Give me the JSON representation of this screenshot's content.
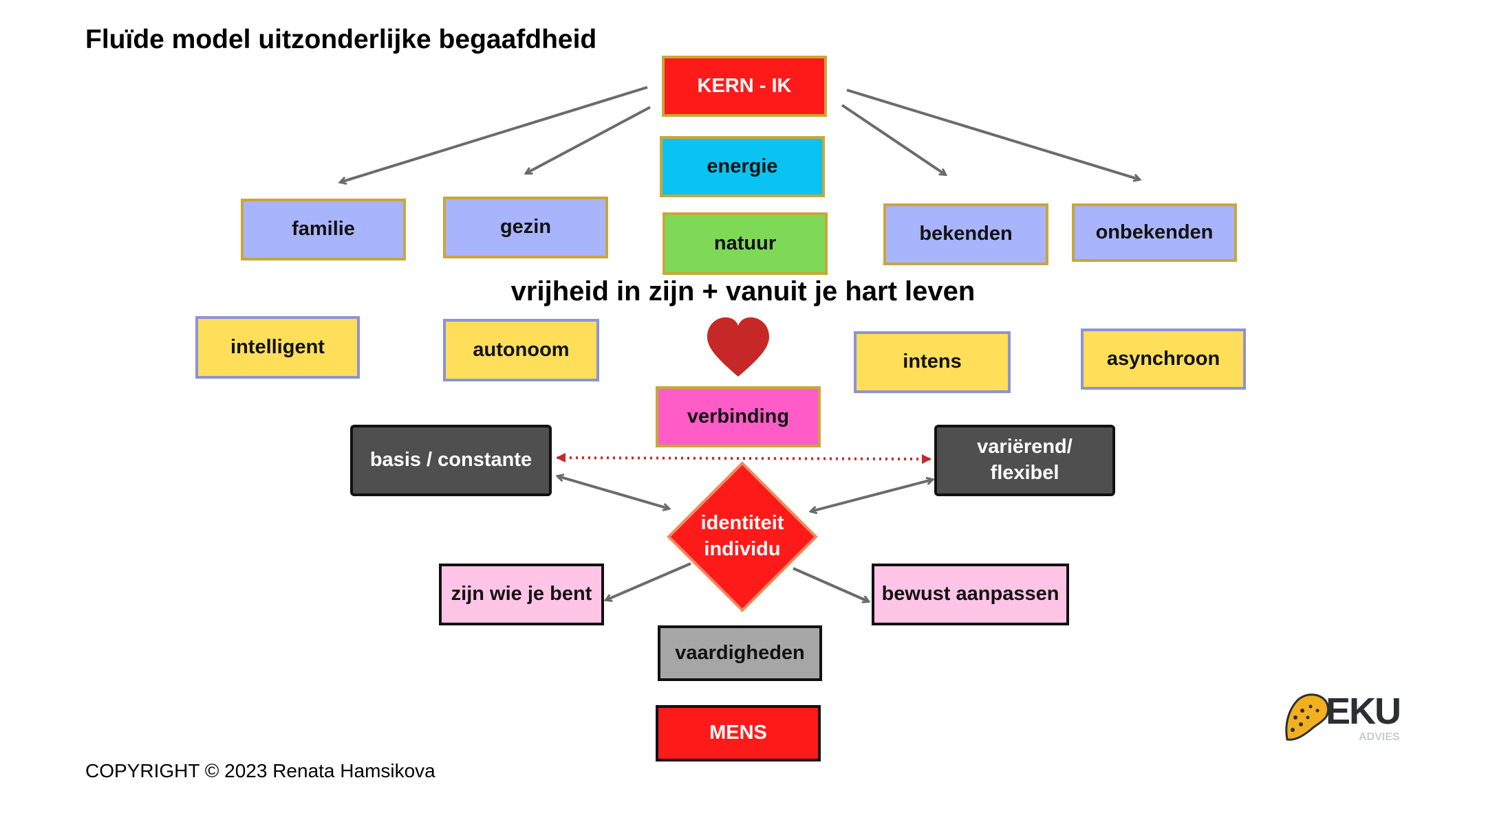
{
  "title": "Fluïde model uitzonderlijke begaafdheid",
  "core": {
    "kern": "KERN - IK",
    "energie": "energie",
    "natuur": "natuur"
  },
  "circles": {
    "familie": "familie",
    "gezin": "gezin",
    "bekenden": "bekenden",
    "onbekenden": "onbekenden"
  },
  "motto": "vrijheid in zijn + vanuit je hart leven",
  "traits": {
    "intelligent": "intelligent",
    "autonoom": "autonoom",
    "intens": "intens",
    "asynchroon": "asynchroon"
  },
  "verbinding": "verbinding",
  "basis": "basis / constante",
  "varierend": [
    "variërend/",
    "flexibel"
  ],
  "identity": [
    "identiteit",
    "individu"
  ],
  "zijn": "zijn wie je bent",
  "bewust": "bewust aanpassen",
  "vaardigheden": "vaardigheden",
  "mens": "MENS",
  "copyright": "COPYRIGHT ©   2023 Renata Hamsikova",
  "logo": {
    "name": "EKU",
    "sub": "ADVIES"
  },
  "colors": {
    "red": "#ff1a1a",
    "cyan": "#0bc3f2",
    "green": "#7ed957",
    "pink": "#ff5cc8"
  }
}
